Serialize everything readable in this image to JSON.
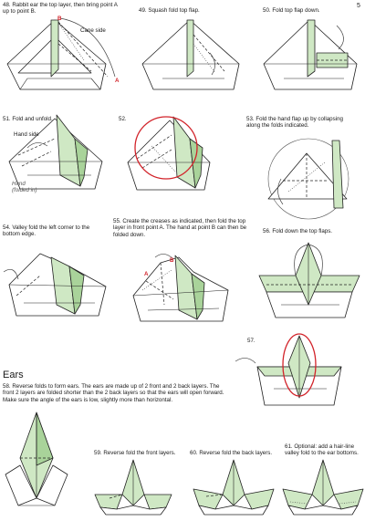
{
  "page_number": "5",
  "steps": {
    "s48": {
      "text": "48. Rabbit ear the top layer, then bring point A up to point B.",
      "label_b": "B",
      "label_a": "A",
      "label_side": "Cane side"
    },
    "s49": {
      "text": "49. Squash fold top flap."
    },
    "s50": {
      "text": "50. Fold top flap down."
    },
    "s51": {
      "text": "51. Fold and unfold.",
      "label_side": "Hand side",
      "label_hand": "Hand",
      "label_folded": "(folded in)"
    },
    "s52": {
      "text": "52."
    },
    "s53": {
      "text": "53. Fold the hand flap up by collapsing along the folds indicated."
    },
    "s54": {
      "text": "54. Valley fold the left corner to the bottom edge."
    },
    "s55": {
      "text": "55. Create the creases as indicated, then fold the top layer in front point A. The hand at point B can then be folded down.",
      "label_a": "A",
      "label_b": "B"
    },
    "s56": {
      "text": "56. Fold down the top flaps."
    },
    "s57": {
      "text": "57."
    },
    "section_title": "Ears",
    "s58": {
      "text": "58. Reverse folds to form ears. The ears are made up of 2 front and 2 back layers. The front 2 layers are folded shorter than the 2 back layers so that the ears will open forward. Make sure the angle of the ears is low, slightly more than horizontal."
    },
    "s59": {
      "text": "59. Reverse fold the front layers."
    },
    "s60": {
      "text": "60. Reverse fold the back layers."
    },
    "s61": {
      "text": "61. Optional: add a hair-line valley fold to the ear bottoms."
    }
  },
  "colors": {
    "paper_color": "#cfe8c4",
    "highlight_circle": "#d2232a"
  }
}
